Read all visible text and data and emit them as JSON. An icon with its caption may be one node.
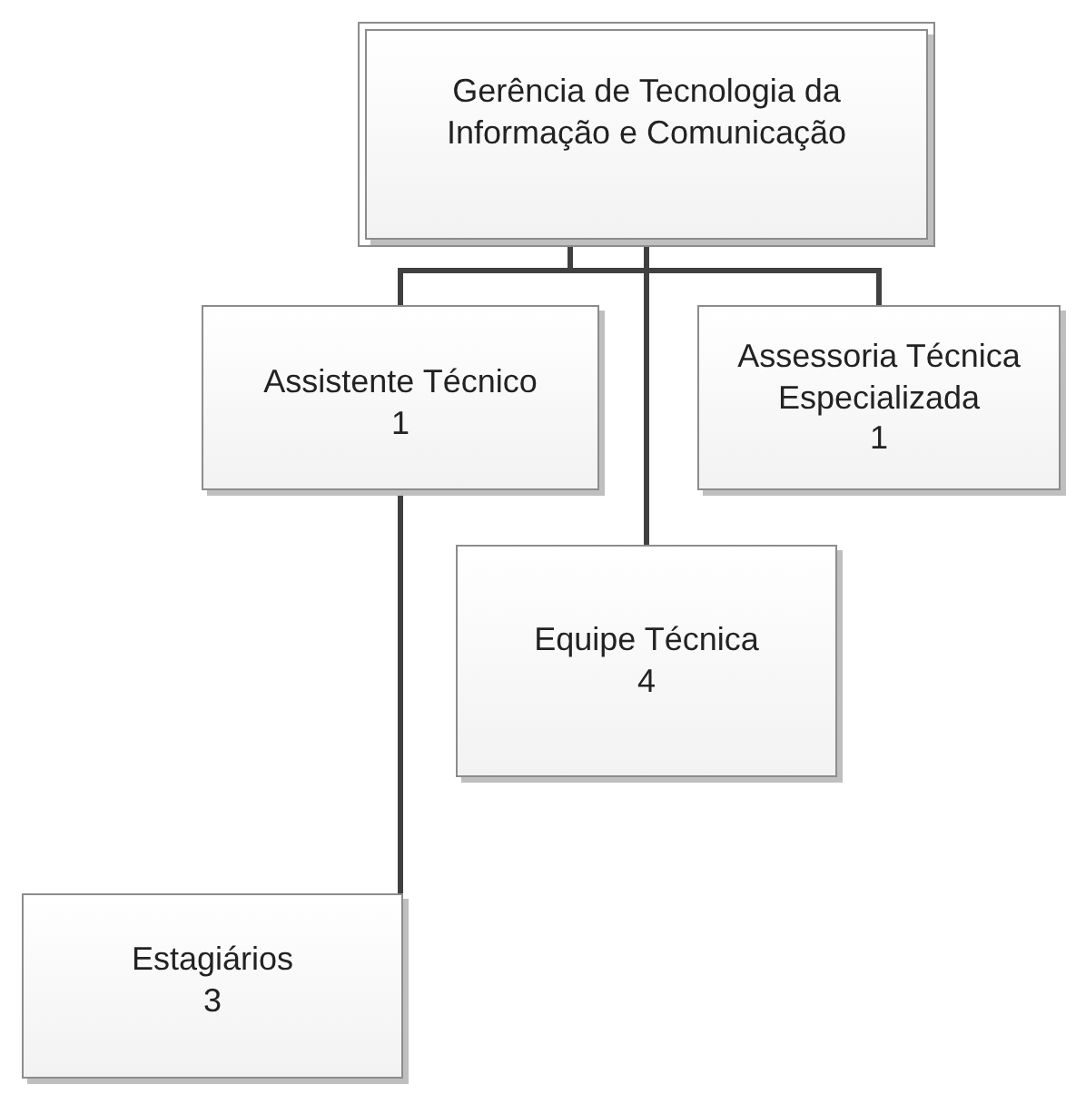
{
  "diagram": {
    "nodes": [
      {
        "text": [
          "Gerência de Tecnologia da Informação e Comunicação"
        ]
      },
      {
        "text": [
          "Assistente Técnico",
          "1"
        ]
      },
      {
        "text": [
          "Assessoria Técnica Especializada",
          "1"
        ]
      },
      {
        "text": [
          "Equipe Técnica",
          "4"
        ]
      },
      {
        "text": [
          "Estagiários",
          "3"
        ]
      }
    ],
    "edges": [
      {
        "from": 0,
        "to": 1,
        "arrow": "none"
      },
      {
        "from": 0,
        "to": 2,
        "arrow": "none"
      },
      {
        "from": 0,
        "to": 3,
        "arrow": "none"
      },
      {
        "from": 1,
        "to": 4,
        "arrow": "none"
      }
    ]
  }
}
